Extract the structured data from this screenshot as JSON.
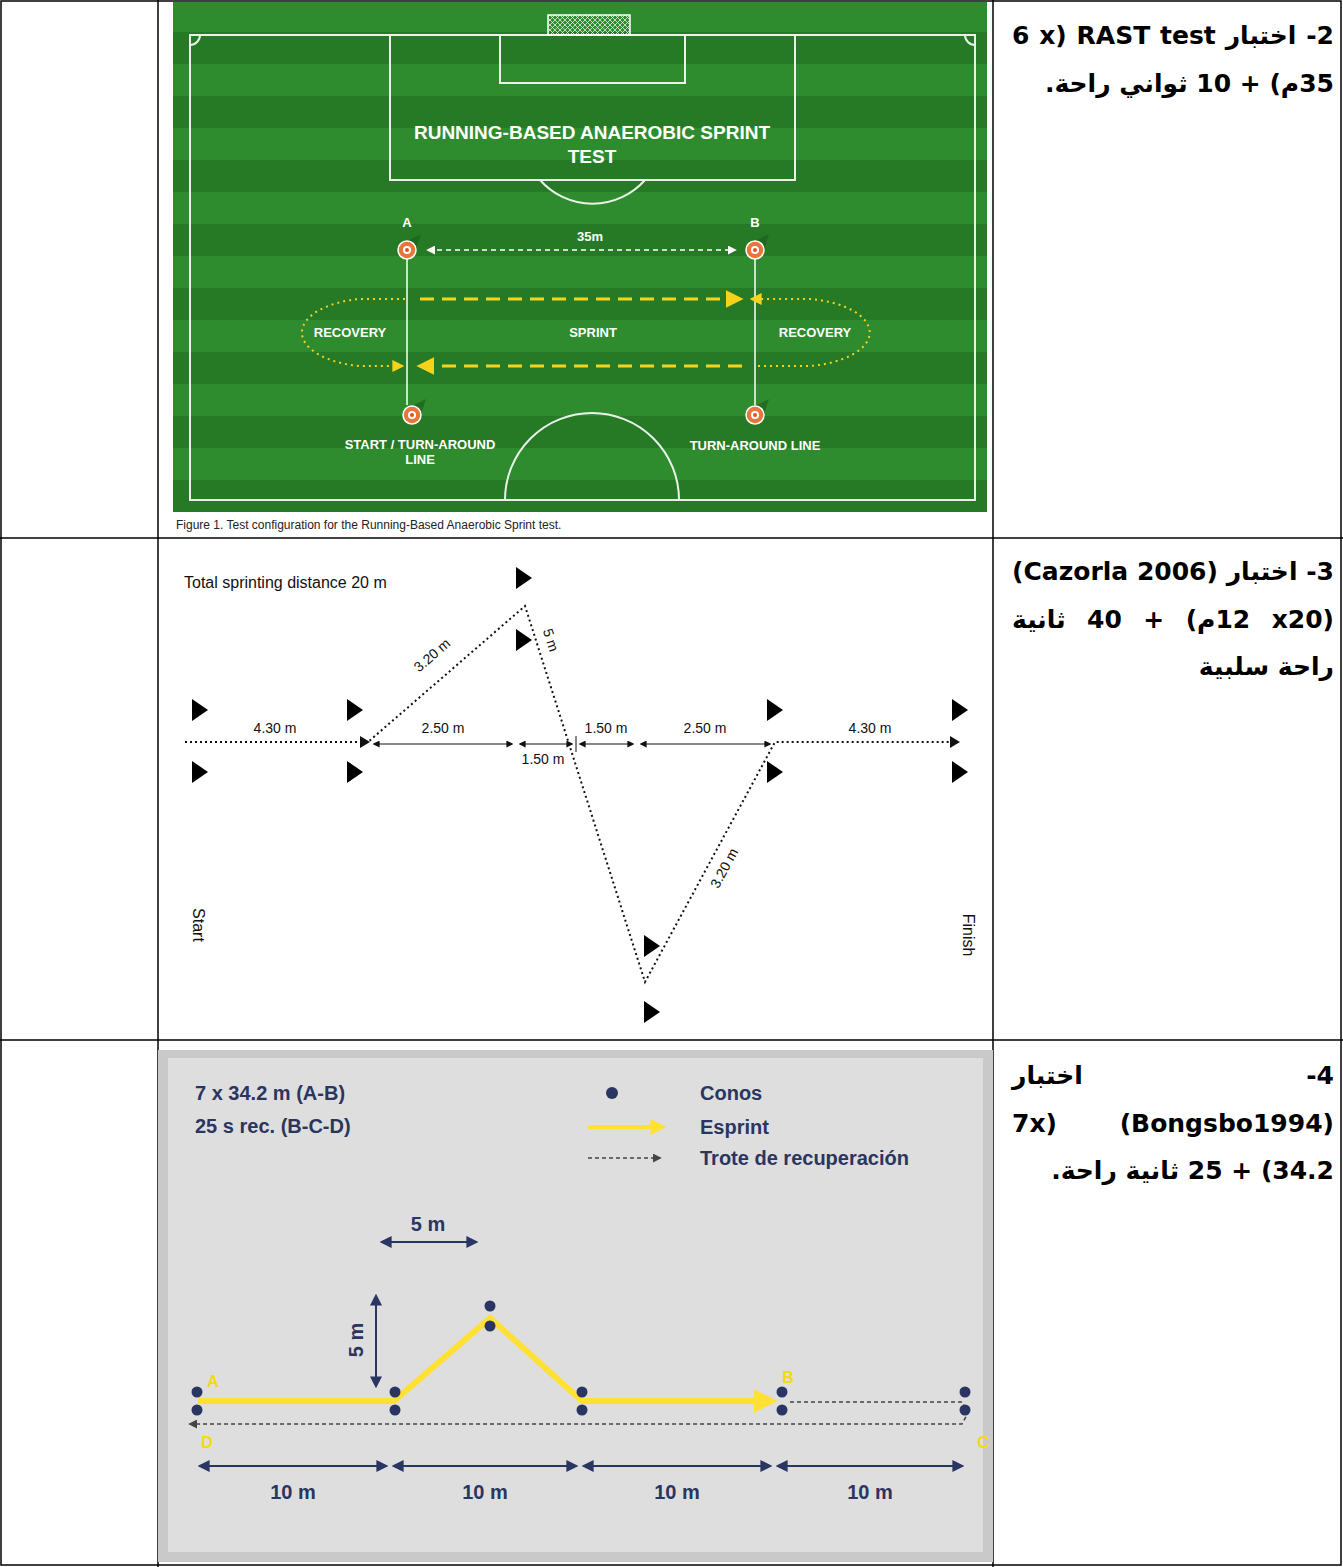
{
  "diagram": {
    "labels": [
      "2- اختبار RAST test (6 x 35م) + 10 ثواني راحة.",
      "RUNNING-BASED ANAEROBIC SPRINT TEST",
      "A",
      "35m",
      "B",
      "RECOVERY",
      "SPRINT",
      "RECOVERY",
      "START / TURN-AROUND LINE",
      "TURN-AROUND LINE",
      "Figure 1. Test configuration for the Running-Based Anaerobic Sprint test.",
      "3- اختبار (Cazorla 2006) (12 x20م) + 40 ثانية راحة سلبية",
      "Total sprinting distance 20 m",
      "3.20 m",
      "5 m",
      "4.30 m",
      "2.50 m",
      "1.50 m",
      "1.50 m",
      "2.50 m",
      "4.30 m",
      "3.20 m",
      "Start",
      "Finish",
      "4- اختبار (Bongsbo1994) (7x 34.2) + 25 ثانية راحة.",
      "7 x 34.2 m (A-B)",
      "25 s rec. (B-C-D)",
      "5 m",
      "5 m",
      "A",
      "B",
      "D",
      "C",
      "10 m",
      "10 m",
      "10 m",
      "10 m"
    ],
    "legend": [
      {
        "text": "Conos"
      },
      {
        "text": "Esprint"
      },
      {
        "text": "Trote de recuperación"
      }
    ]
  }
}
